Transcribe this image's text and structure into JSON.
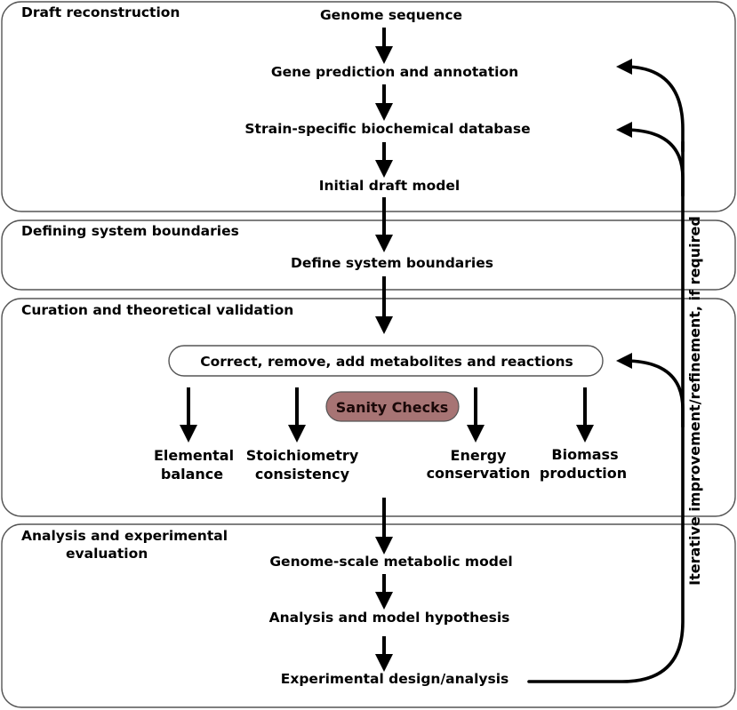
{
  "sections": {
    "draft": "Draft reconstruction",
    "boundaries": "Defining system boundaries",
    "curation": "Curation and theoretical validation",
    "analysis_line1": "Analysis and experimental",
    "analysis_line2": "evaluation"
  },
  "steps": {
    "genome_sequence": "Genome sequence",
    "gene_prediction": "Gene prediction and annotation",
    "strain_db": "Strain-specific biochemical database",
    "initial_draft": "Initial draft model",
    "define_boundaries": "Define system boundaries",
    "correct_remove_add": "Correct, remove, add metabolites and reactions",
    "genome_scale_model": "Genome-scale metabolic model",
    "analysis_hypothesis": "Analysis and model hypothesis",
    "experimental_design": "Experimental design/analysis"
  },
  "sanity_checks": {
    "label": "Sanity Checks",
    "color": "#a77474",
    "items": [
      {
        "line1": "Elemental",
        "line2": "balance"
      },
      {
        "line1": "Stoichiometry",
        "line2": "consistency"
      },
      {
        "line1": "Energy",
        "line2": "conservation"
      },
      {
        "line1": "Biomass",
        "line2": "production"
      }
    ]
  },
  "feedback_label": "Iterative improvement/refinement, if required"
}
